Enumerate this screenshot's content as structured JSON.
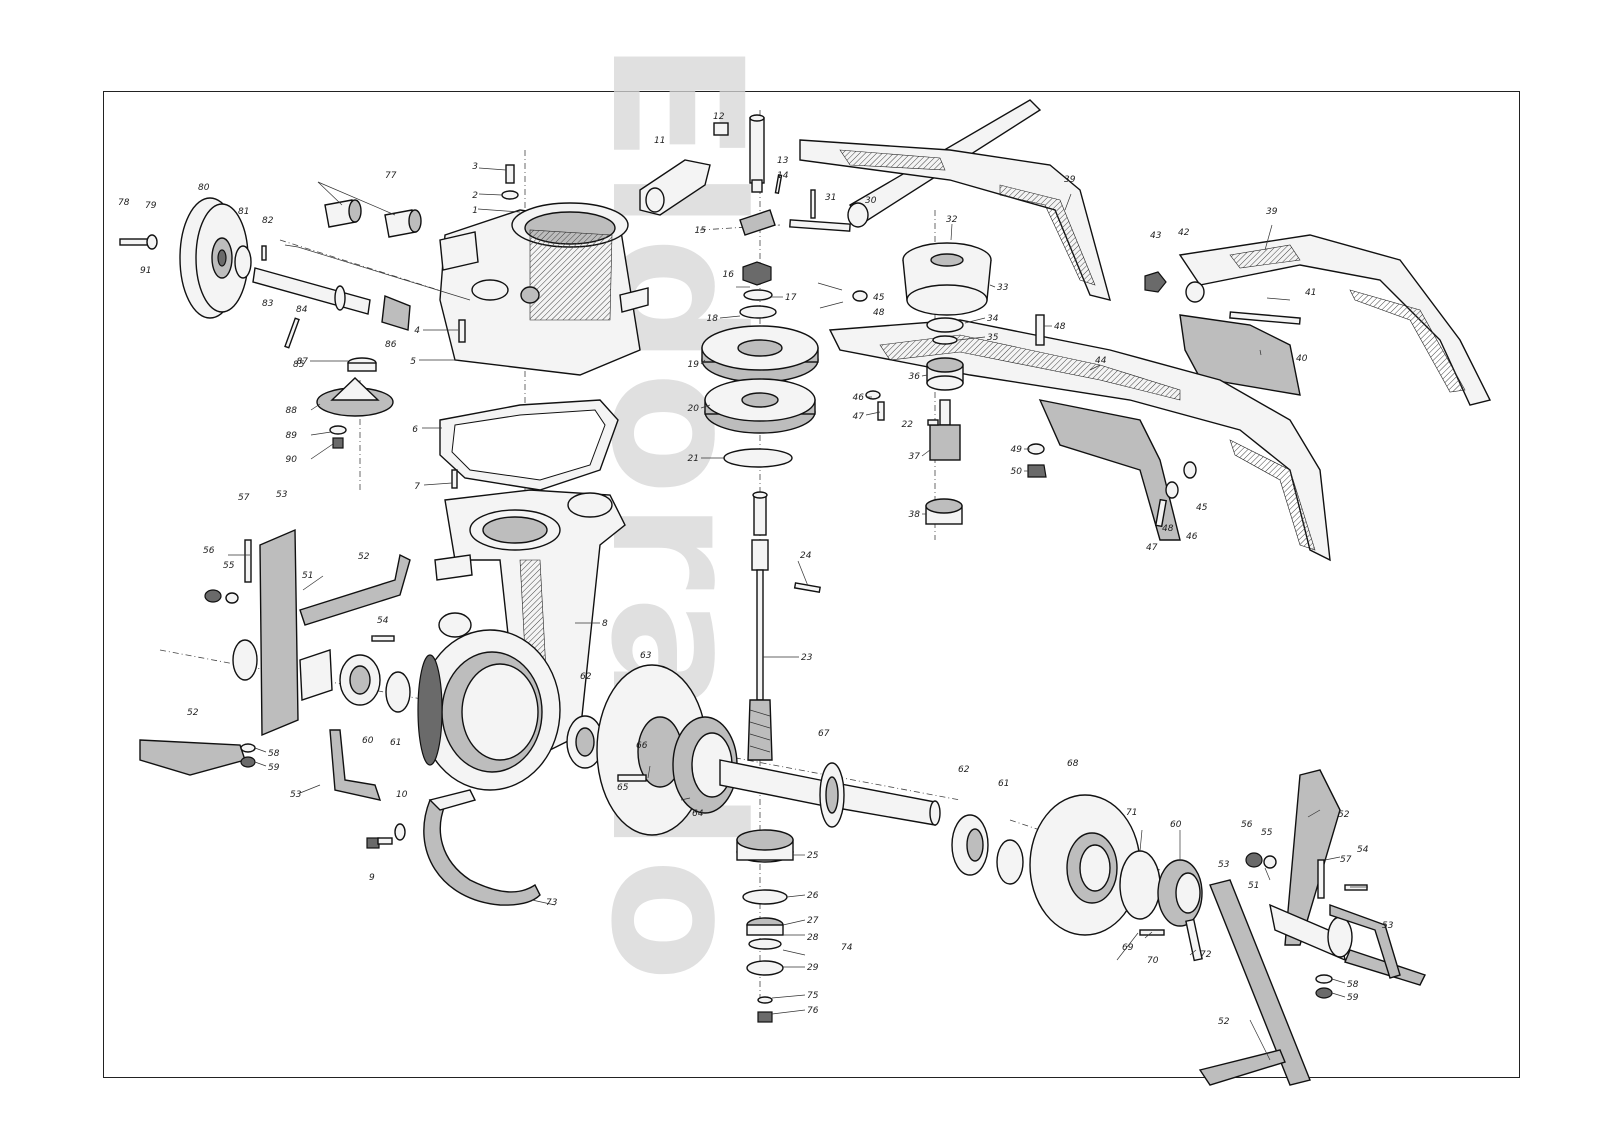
{
  "watermark": "Eldorado",
  "labels": {
    "l1": "1",
    "l2": "2",
    "l3": "3",
    "l4": "4",
    "l5": "5",
    "l6": "6",
    "l7": "7",
    "l8": "8",
    "l9": "9",
    "l10": "10",
    "l11": "11",
    "l12": "12",
    "l13": "13",
    "l14": "14",
    "l15": "15",
    "l16": "16",
    "l17": "17",
    "l18": "18",
    "l19": "19",
    "l20": "20",
    "l21": "21",
    "l22": "22",
    "l23": "23",
    "l24": "24",
    "l25": "25",
    "l26": "26",
    "l27": "27",
    "l28": "28",
    "l29": "29",
    "l30": "30",
    "l31": "31",
    "l32": "32",
    "l33": "33",
    "l34": "34",
    "l35": "35",
    "l36": "36",
    "l37": "37",
    "l38": "38",
    "l39": "39",
    "l40": "40",
    "l41": "41",
    "l42": "42",
    "l43": "43",
    "l44": "44",
    "l45": "45",
    "l46": "46",
    "l47": "47",
    "l48": "48",
    "l49": "49",
    "l50": "50",
    "l51": "51",
    "l52": "52",
    "l53": "53",
    "l54": "54",
    "l55": "55",
    "l56": "56",
    "l57": "57",
    "l58": "58",
    "l59": "59",
    "l60": "60",
    "l61": "61",
    "l62": "62",
    "l63": "63",
    "l64": "64",
    "l65": "65",
    "l66": "66",
    "l67": "67",
    "l68": "68",
    "l69": "69",
    "l70": "70",
    "l71": "71",
    "l72": "72",
    "l73": "73",
    "l74": "74",
    "l75": "75",
    "l76": "76",
    "l77": "77",
    "l78": "78",
    "l79": "79",
    "l80": "80",
    "l81": "81",
    "l82": "82",
    "l83": "83",
    "l84": "84",
    "l85": "85",
    "l86": "86",
    "l87": "87",
    "l88": "88",
    "l89": "89",
    "l90": "90",
    "l91": "91"
  }
}
